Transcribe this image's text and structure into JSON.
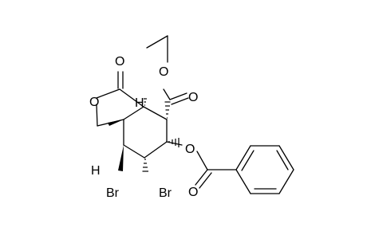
{
  "structure": {
    "atoms": {
      "carbonyl_O": "O",
      "ring_O": "O",
      "ester_O_single": "O",
      "ester_O_double": "O",
      "benzoate_O_single": "O",
      "benzoate_O_double": "O",
      "H_top": "H",
      "H_left": "H",
      "Br_left": "Br",
      "Br_right": "Br"
    }
  }
}
